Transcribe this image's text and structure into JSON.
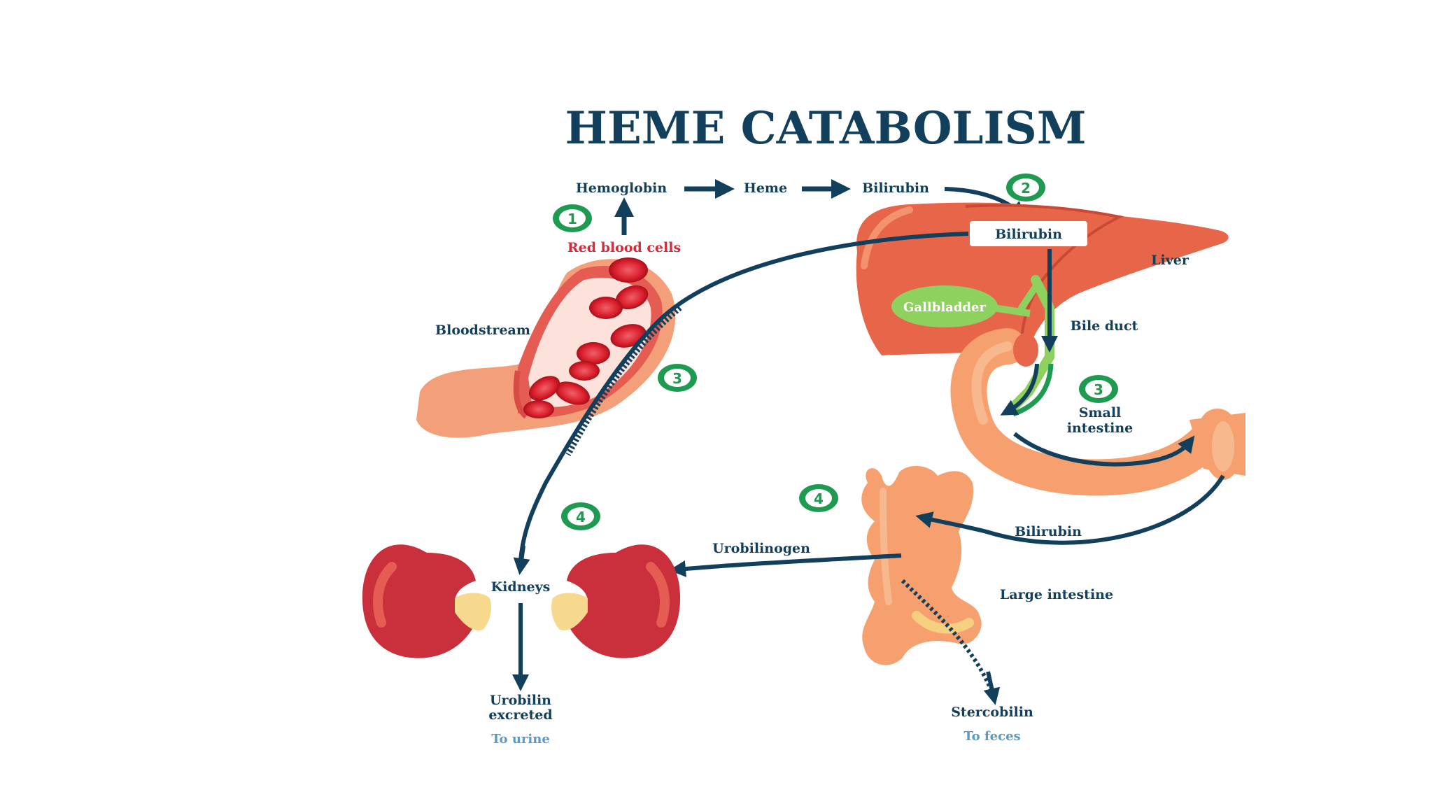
{
  "title": "HEME CATABOLISM",
  "colors": {
    "navy": "#123f5c",
    "green": "#1e9b50",
    "red_text": "#d62b3a",
    "liver": "#e7664a",
    "gallbladder": "#8fd15f",
    "intestine": "#f5a06e",
    "kidney": "#c9303c",
    "rbc": "#d91f2c"
  },
  "steps": {
    "step1": "1",
    "step2": "2",
    "step3_blood": "3",
    "step3_intestine": "3",
    "step4_kidney": "4",
    "step4_large": "4"
  },
  "pathway": {
    "hemoglobin": "Hemoglobin",
    "heme": "Heme",
    "bilirubin_top": "Bilirubin"
  },
  "labels": {
    "red_blood_cells": "Red blood cells",
    "bloodstream": "Bloodstream",
    "bilirubin_liver": "Bilirubin",
    "liver": "Liver",
    "gallbladder": "Gallbladder",
    "bile_duct": "Bile duct",
    "small_intestine_1": "Small",
    "small_intestine_2": "intestine",
    "bilirubin_large": "Bilirubin",
    "urobilinogen": "Urobilinogen",
    "large_intestine": "Large intestine",
    "kidneys": "Kidneys",
    "urobilin_1": "Urobilin",
    "urobilin_2": "excreted",
    "to_urine": "To urine",
    "stercobilin": "Stercobilin",
    "to_feces": "To feces"
  },
  "icons": {
    "arrow": "arrow-icon",
    "dotted_arrow": "dotted-arrow-icon"
  }
}
